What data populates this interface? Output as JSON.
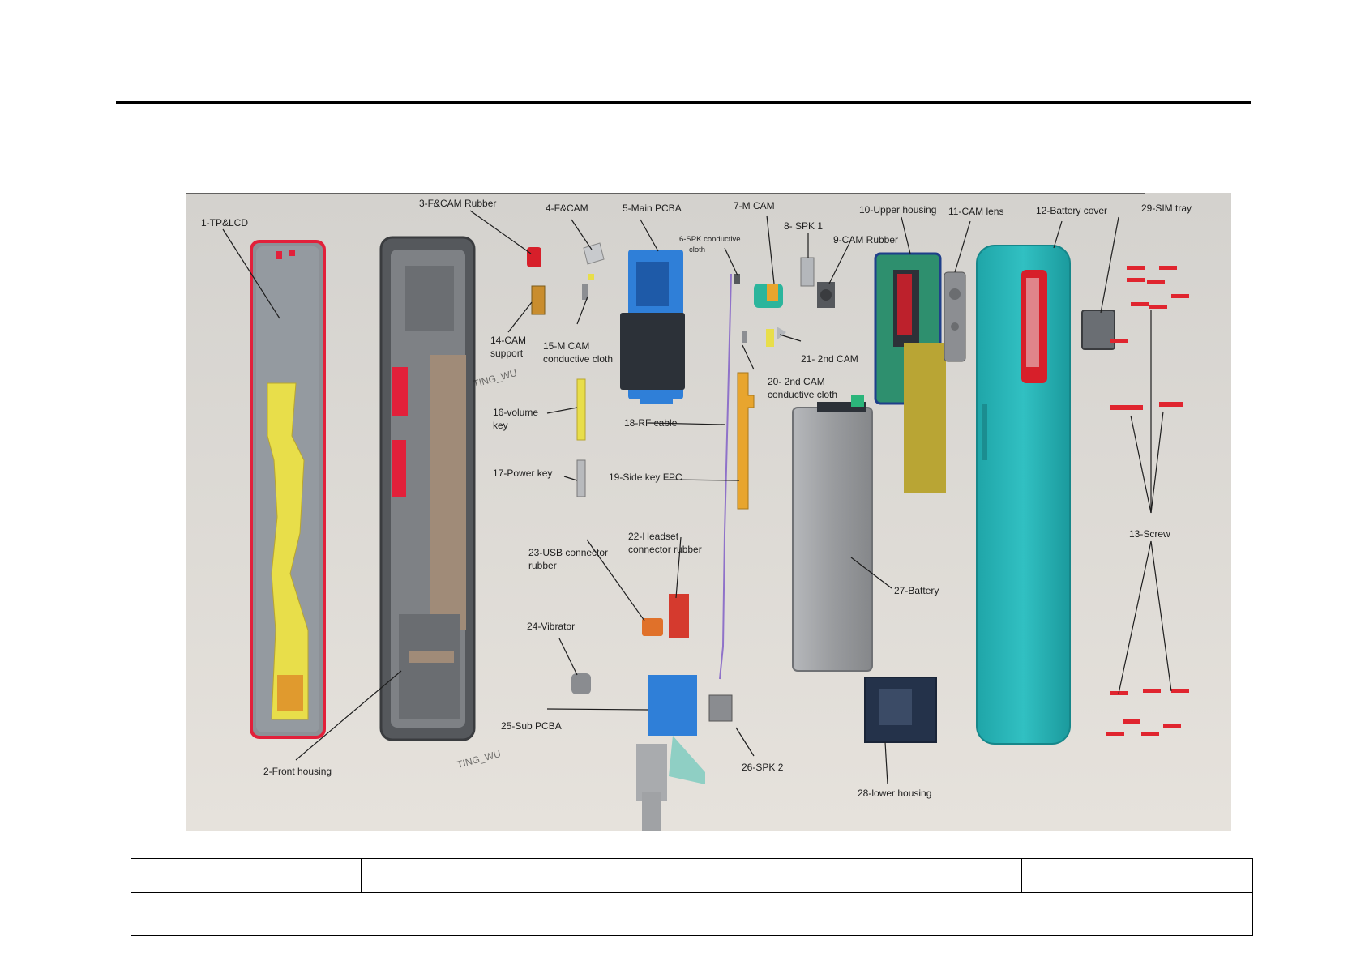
{
  "diagram": {
    "labels": {
      "tp_lcd": "1-TP&LCD",
      "front_housing": "2-Front housing",
      "fcam_rubber": "3-F&CAM Rubber",
      "fcam": "4-F&CAM",
      "main_pcba": "5-Main PCBA",
      "spk_cloth_1": "6-SPK conductive",
      "spk_cloth_2": "cloth",
      "m_cam": "7-M CAM",
      "spk1": "8- SPK 1",
      "cam_rubber": "9-CAM Rubber",
      "upper_housing": "10-Upper housing",
      "cam_lens": "11-CAM lens",
      "battery_cover": "12-Battery cover",
      "sim_tray": "29-SIM tray",
      "cam_support_1": "14-CAM",
      "cam_support_2": "support",
      "mcam_cloth_1": "15-M CAM",
      "mcam_cloth_2": "conductive cloth",
      "second_cam": "21- 2nd CAM",
      "second_cam_cloth_1": "20- 2nd CAM",
      "second_cam_cloth_2": "conductive cloth",
      "volume_key_1": "16-volume",
      "volume_key_2": "key",
      "rf_cable": "18-RF cable",
      "power_key": "17-Power key",
      "side_key_fpc": "19-Side key FPC",
      "screw": "13-Screw",
      "usb_rubber_1": "23-USB connector",
      "usb_rubber_2": "rubber",
      "headset_rubber_1": "22-Headset",
      "headset_rubber_2": "connector rubber",
      "battery": "27-Battery",
      "vibrator": "24-Vibrator",
      "sub_pcba": "25-Sub PCBA",
      "spk2": "26-SPK 2",
      "lower_housing": "28-lower housing"
    },
    "watermark": "TING_WU"
  },
  "colors": {
    "background": "#d9d6d0",
    "lcd_outline": "#e2203a",
    "fpc_yellow": "#e8de4a",
    "pcb_blue": "#2f7fd8",
    "battery_cover": "#2ab5b8",
    "screw_red": "#e0252f",
    "orange_part": "#d98a2a"
  }
}
